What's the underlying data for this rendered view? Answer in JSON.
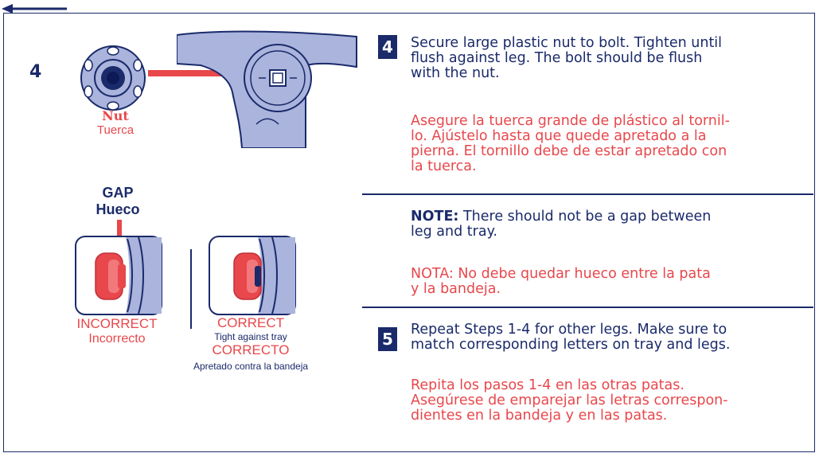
{
  "left": {
    "step_number": "4",
    "nut_label": "Nut",
    "nut_label_es": "Tuerca",
    "gap_label": "GAP",
    "gap_label_es": "Hueco",
    "incorrect_label": "INCORRECT",
    "incorrect_label_es": "Incorrecto",
    "correct_label": "CORRECT",
    "correct_sub": "Tight against tray",
    "correct_label_es": "CORRECTO",
    "correct_sub_es": "Apretado contra la bandeja"
  },
  "steps": {
    "step4": {
      "number": "4",
      "en": [
        "Secure large plastic nut to bolt. Tighten until",
        "flush against leg. The bolt should be flush",
        "with the nut."
      ],
      "es": [
        "Asegure la tuerca grande de plástico al tornil-",
        "lo. Ajústelo hasta que quede apretado a la",
        "pierna. El tornillo debe de estar apretado con",
        "la tuerca."
      ]
    },
    "note": {
      "label": "NOTE:",
      "en_1": " There should not be a gap between",
      "en_2": "leg and tray.",
      "es": [
        "NOTA: No debe quedar hueco entre la pata",
        "y la bandeja."
      ]
    },
    "step5": {
      "number": "5",
      "en": [
        "Repeat Steps 1-4 for other legs. Make sure to",
        "match corresponding letters on tray and legs."
      ],
      "es": [
        "Repita los pasos 1-4 en las otras patas.",
        "Asegúrese de emparejar las letras correspon-",
        "dientes en la bandeja y en las patas."
      ]
    }
  },
  "colors": {
    "navy": "#1a2a6a",
    "red": "#e8474b",
    "light_blue": "#aab4dc"
  }
}
